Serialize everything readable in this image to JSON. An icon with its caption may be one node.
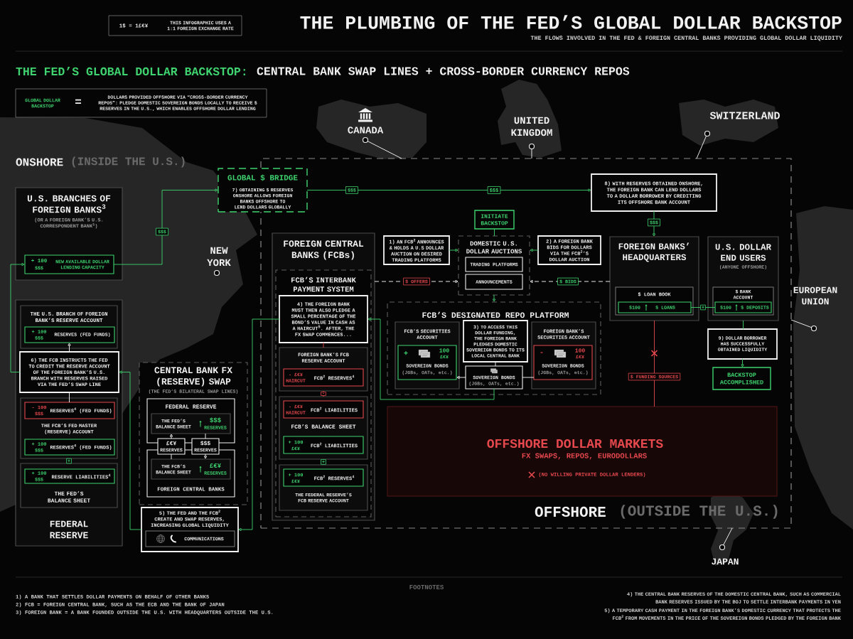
{
  "diagram": {
    "title": "THE PLUMBING OF THE FED’S GLOBAL DOLLAR BACKSTOP",
    "nodes": [
      {
        "text": [
          "1$ = 1£€¥",
          "THIS INFOGRAPHIC USES A 1:1 FOREIGN EXCHANGE RATE"
        ]
      },
      {
        "text": [
          "GLOBAL DOLLAR BACKSTOP",
          "=",
          "DOLLARS PROVIDED OFFSHORE VIA “CROSS-BORDER CURRENCY REPOS”: PLEDGE DOMESTIC SOVEREIGN BONDS LOCALLY TO RECEIVE $ RESERVES IN THE U.S., WHICH ENABLES OFFSHORE DOLLAR LENDING"
        ]
      },
      {
        "text": [],
        "shape": "circle",
        "beside": [
          "CANADA"
        ]
      },
      {
        "text": [],
        "shape": "circle",
        "beside": [
          "UNITED KINGDOM"
        ]
      },
      {
        "text": [],
        "shape": "circle",
        "beside": [
          "SWITZERLAND"
        ]
      },
      {
        "text": [
          "OFFSHORE",
          "(OUTSIDE THE U.S.)"
        ]
      },
      {
        "text": [
          "GLOBAL $ BRIDGE",
          "7) OBTAINING $ RESERVES ONSHORE ALLOWS FOREIGN BANKS OFFSHORE TO LEND DOLLARS GLOBALLY"
        ]
      },
      {
        "text": [
          "8) WITH RESERVES OBTAINED ONSHORE, THE FOREIGN BANK CAN LEND DOLLARS TO A DOLLAR BORROWER BY CREDITING ITS OFFSHORE BANK ACCOUNT"
        ],
        "in": 5
      },
      {
        "text": [
          "U.S. BRANCHES OF FOREIGN BANKS$^{3}$",
          "(OR A FOREIGN BANK’S U.S. CORRESPONDENT BANK$^{1}$)"
        ]
      },
      {
        "text": [
          "+ 100",
          "$$$",
          "NEW AVAILABLE DOLLAR LENDING CAPACITY"
        ],
        "in": 8
      },
      {
        "text": [
          "INITIATE BACKSTOP"
        ],
        "in": 5
      },
      {
        "text": [
          "FOREIGN CENTRAL BANKS (FCBs)"
        ],
        "in": 5
      },
      {
        "text": [
          "1) AN FCB$^{2}$ ANNOUNCES & HOLDS A U.S DOLLAR AUCTION ON DESIRED TRADING PLATFORMS"
        ],
        "in": 5
      },
      {
        "text": [
          "DOMESTIC U.S. DOLLAR AUCTIONS"
        ],
        "in": 5
      },
      {
        "text": [
          "TRADING PLATFORMS"
        ],
        "in": 13
      },
      {
        "text": [
          "ANNOUNCEMENTS"
        ],
        "in": 13
      },
      {
        "text": [
          "2) A FOREIGN BANK BIDS FOR DOLLARS VIA THE FCB$^{2}$’S DOLLAR AUCTION"
        ],
        "in": 5
      },
      {
        "text": [
          "FOREIGN BANKS’ HEADQUARTERS"
        ],
        "in": 5
      },
      {
        "text": [
          "$ LOAN BOOK"
        ],
        "in": 17
      },
      {
        "text": [
          "$100",
          "$ LOANS"
        ],
        "in": 18
      },
      {
        "text": [
          "U.S. DOLLAR END USERS",
          "(ANYONE OFFSHORE)"
        ],
        "in": 5
      },
      {
        "text": [
          "$ BANK ACCOUNT"
        ],
        "in": 20
      },
      {
        "text": [
          "$100",
          "$ DEPOSITS"
        ],
        "in": 21
      },
      {
        "text": [],
        "shape": "circle",
        "beside": [
          "EUROPEAN UNION"
        ]
      },
      {
        "text": [
          "FCB’S INTERBANK PAYMENT SYSTEM"
        ],
        "in": 11
      },
      {
        "text": [
          "4) THE FOREIGN BANK MUST THEN ALSO PLEDGE A SMALL PERCENTAGE OF THE BOND’S VALUE IN CASH AS A HAIRCUT$^{5}$. AFTER, THE FX SWAP COMMENCES..."
        ],
        "in": 24
      },
      {
        "text": [
          "FCB’S DESIGNATED REPO PLATFORM"
        ],
        "in": 5
      },
      {
        "text": [
          "FCB’S SECURITIES ACCOUNT"
        ],
        "in": 26
      },
      {
        "text": [
          "+",
          "100",
          "£€¥",
          "SOVEREIGN BONDS",
          "(JGBs, OATs, etc.)"
        ],
        "in": 27
      },
      {
        "text": [
          "3) TO ACCESS THIS DOLLAR FUNDING, THE FOREIGN BANK PLEDGES DOMESTIC SOVEREIGN BONDS TO ITS LOCAL CENTRAL BANK"
        ],
        "in": 26
      },
      {
        "text": [
          "SOVEREIGN BONDS",
          "(JGBs, OATs, etc.)"
        ],
        "in": 26
      },
      {
        "text": [
          "FOREIGN BANK’S SECURITIES ACCOUNT"
        ],
        "in": 26
      },
      {
        "text": [
          "-",
          "100",
          "£€¥",
          "SOVEREIGN BONDS",
          "(JGBs, OATs, etc.)"
        ],
        "in": 31
      },
      {
        "text": [
          "9) DOLLAR BORROWER HAS SUCCESSFULLY OBTAINED LIQUIDITY"
        ],
        "in": 5
      },
      {
        "text": [
          "BACKSTOP ACCOMPLISHED"
        ],
        "in": 5
      },
      {
        "text": [
          "FEDERAL RESERVE"
        ]
      },
      {
        "text": [
          "THE U.S. BRANCH OF FOREIGN BANK’S RESERVE ACCOUNT"
        ],
        "in": 35
      },
      {
        "text": [
          "+ 100",
          "$$$",
          "RESERVES (FED FUNDS)"
        ],
        "in": 36
      },
      {
        "text": [
          "6) THE FCB INSTRUCTS THE FED TO CREDIT THE RESERVE ACCOUNT OF THE FOREIGN BANK’S U.S. BRANCH WITH RESERVES RAISED VIA THE FED’S SWAP LINE"
        ],
        "in": 35
      },
      {
        "text": [
          "THE FCB’S FED MASTER (RESERVE) ACCOUNT"
        ],
        "in": 35
      },
      {
        "text": [
          "- 100",
          "$$$",
          "RESERVES$^{4}$ (FED FUNDS)"
        ],
        "in": 39
      },
      {
        "text": [
          "+ 100",
          "$$$",
          "RESERVES$^{4}$ (FED FUNDS)"
        ],
        "in": 39
      },
      {
        "text": [
          "THE FED’S BALANCE SHEET"
        ],
        "in": 35
      },
      {
        "text": [
          "+ 100",
          "$$$",
          "RESERVE LIABILITIES$^{4}$"
        ],
        "in": 42
      },
      {
        "text": [
          "CENTRAL BANK FX (RESERVE) SWAP",
          "(THE FED’S BILATERAL SWAP LINES)"
        ]
      },
      {
        "text": [
          "FEDERAL RESERVE"
        ],
        "in": 44
      },
      {
        "text": [
          "THE FED’S BALANCE SHEET",
          "$$$",
          "RESERVES"
        ],
        "in": 45
      },
      {
        "text": [
          "£€¥",
          "RESERVES"
        ],
        "in": 44
      },
      {
        "text": [
          "$$$",
          "RESERVES"
        ],
        "in": 44
      },
      {
        "text": [
          "FOREIGN CENTRAL BANKS"
        ],
        "in": 44
      },
      {
        "text": [
          "THE FCB’S BALANCE SHEET",
          "£€¥",
          "RESERVES"
        ],
        "in": 49
      },
      {
        "text": [
          "FOREIGN BANK’S FCB RESERVE ACCOUNT"
        ],
        "in": 24
      },
      {
        "text": [
          "- £€¥",
          "HAIRCUT",
          "FCB$^{2}$ RESERVES$^{4}$"
        ],
        "in": 51
      },
      {
        "text": [
          "FCB’S BALANCE SHEET"
        ],
        "in": 24
      },
      {
        "text": [
          "- £€¥",
          "HAIRCUT",
          "FCB$^{2}$ LIABILITIES"
        ],
        "in": 53
      },
      {
        "text": [
          "+ 100",
          "£€¥",
          "FCB$^{2}$ LIABILITIES"
        ],
        "in": 53
      },
      {
        "text": [
          "THE FEDERAL RESERVE’S FCB RESERVE ACCOUNT"
        ],
        "in": 24
      },
      {
        "text": [
          "+ 100",
          "£€¥",
          "FCB$^{2}$ RESERVES$^{4}$"
        ],
        "in": 56
      },
      {
        "text": [
          "OFFSHORE DOLLAR MARKETS",
          "FX SWAPS, REPOS, EURODOLLARS",
          "(NO WILLING PRIVATE DOLLAR LENDERS)"
        ],
        "in": 5
      },
      {
        "text": [
          "5) THE FED AND THE FCB$^{2}$ CREATE AND SWAP RESERVES, INCREASING GLOBAL LIQUIDITY"
        ]
      },
      {
        "text": [
          "COMMUNICATIONS"
        ],
        "in": 59
      },
      {
        "text": [],
        "shape": "circle",
        "beside": [
          "JAPAN"
        ]
      },
      {
        "text": [],
        "shape": "circle",
        "beside": [
          "NEW YORK"
        ]
      }
    ],
    "edges": [
      {
        "from": 2,
        "to": 5,
        "arrow": "none",
        "color": "#ffffff"
      },
      {
        "from": 3,
        "to": 5,
        "arrow": "none",
        "color": "#ffffff"
      },
      {
        "from": 4,
        "to": 5,
        "arrow": "none",
        "color": "#ffffff"
      },
      {
        "from": 23,
        "to": 5,
        "arrow": "none",
        "color": "#ffffff"
      },
      {
        "from": 61,
        "to": 5,
        "arrow": "none",
        "color": "#ffffff"
      },
      {
        "from": 9,
        "to": 6,
        "arrow": "to",
        "label": "$$$",
        "color": "#3fd46f"
      },
      {
        "from": 6,
        "to": 7,
        "arrow": "to",
        "label": "$$$",
        "color": "#3fd46f"
      },
      {
        "from": 7,
        "to": 17,
        "arrow": "to",
        "label": "$$$",
        "color": "#3fd46f"
      },
      {
        "from": 12,
        "to": 13,
        "arrow": "to",
        "color": "#3fd46f"
      },
      {
        "from": 16,
        "to": 13,
        "arrow": "to",
        "color": "#3fd46f"
      },
      {
        "from": 10,
        "to": 13,
        "arrow": "none",
        "color": "#3fd46f"
      },
      {
        "from": 11,
        "to": 13,
        "arrow": "to",
        "label": "$ OFFERS",
        "style": "dashed",
        "color": "#ffffff"
      },
      {
        "from": 17,
        "to": 13,
        "arrow": "to",
        "label": "$ BIDS",
        "style": "dashed",
        "color": "#ffffff"
      },
      {
        "from": 13,
        "to": 26,
        "arrow": "to",
        "color": "#3fd46f"
      },
      {
        "from": 32,
        "to": 30,
        "arrow": "none",
        "color": "#ffffff"
      },
      {
        "from": 30,
        "to": 28,
        "arrow": "to",
        "color": "#ffffff"
      },
      {
        "from": 29,
        "to": 30,
        "arrow": "none",
        "color": "#ffffff"
      },
      {
        "from": 30,
        "to": 25,
        "arrow": "to",
        "color": "#3fd46f"
      },
      {
        "from": 25,
        "to": 59,
        "arrow": "to",
        "color": "#3fd46f"
      },
      {
        "from": 59,
        "to": 38,
        "arrow": "to",
        "color": "#3fd46f"
      },
      {
        "from": 38,
        "to": 9,
        "arrow": "to",
        "color": "#3fd46f"
      },
      {
        "from": 38,
        "to": 37,
        "arrow": "to",
        "color": "#ffffff"
      },
      {
        "from": 38,
        "to": 40,
        "arrow": "none",
        "color": "#ffffff"
      },
      {
        "from": 39,
        "to": 42,
        "arrow": "none",
        "label": "+",
        "color": "#3fd46f"
      },
      {
        "from": 25,
        "to": 51,
        "arrow": "none",
        "color": "#e5484d"
      },
      {
        "from": 51,
        "to": 53,
        "arrow": "none",
        "label": "-",
        "color": "#e5484d"
      },
      {
        "from": 53,
        "to": 56,
        "arrow": "none",
        "label": "+",
        "color": "#3fd46f"
      },
      {
        "from": 19,
        "to": 22,
        "arrow": "none",
        "label": "+",
        "color": "#3fd46f"
      },
      {
        "from": 20,
        "to": 33,
        "arrow": "none",
        "color": "#3fd46f"
      },
      {
        "from": 33,
        "to": 34,
        "arrow": "to",
        "color": "#3fd46f"
      },
      {
        "from": 17,
        "to": 58,
        "arrow": "none",
        "label": "$ FUNDING SOURCES",
        "color": "#e5484d"
      },
      {
        "from": 50,
        "to": 47,
        "arrow": "none",
        "color": "#ffffff"
      },
      {
        "from": 47,
        "to": 46,
        "arrow": "to",
        "color": "#ffffff"
      },
      {
        "from": 46,
        "to": 48,
        "arrow": "none",
        "color": "#ffffff"
      },
      {
        "from": 48,
        "to": 50,
        "arrow": "to",
        "color": "#ffffff"
      }
    ],
    "labels": [
      "THE FLOWS INVOLVED IN THE FED & FOREIGN CENTRAL BANKS PROVIDING GLOBAL DOLLAR LIQUIDITY",
      "THE FED’S GLOBAL DOLLAR BACKSTOP:",
      "CENTRAL BANK SWAP LINES + CROSS-BORDER CURRENCY REPOS",
      "ONSHORE",
      "(INSIDE THE U.S.)",
      "$$$",
      "FOOTNOTES",
      "1) A BANK THAT SETTLES DOLLAR PAYMENTS ON BEHALF OF OTHER BANKS",
      "2) FCB = FOREIGN CENTRAL BANK, SUCH AS THE ECB AND THE BANK OF JAPAN",
      "3) FOREIGN BANK = A BANK FOUNDED OUTSIDE THE U.S. WITH HEADQUARTERS OUTSIDE THE U.S.",
      "4) THE CENTRAL BANK RESERVES OF THE DOMESTIC CENTRAL BANK, SUCH AS COMMERCIAL BANK RESERVES ISSUED BY THE BOJ TO SETTLE INTERBANK PAYMENTS IN YEN",
      "5) A TEMPORARY CASH PAYMENT IN THE FOREIGN BANK’S DOMESTIC CURRENCY THAT PROTECTS THE FCB$^{2}$ FROM MOVEMENTS IN THE PRICE OF THE SOVEREIGN BONDS PLEDGED BY THE FOREIGN BANK"
    ]
  }
}
